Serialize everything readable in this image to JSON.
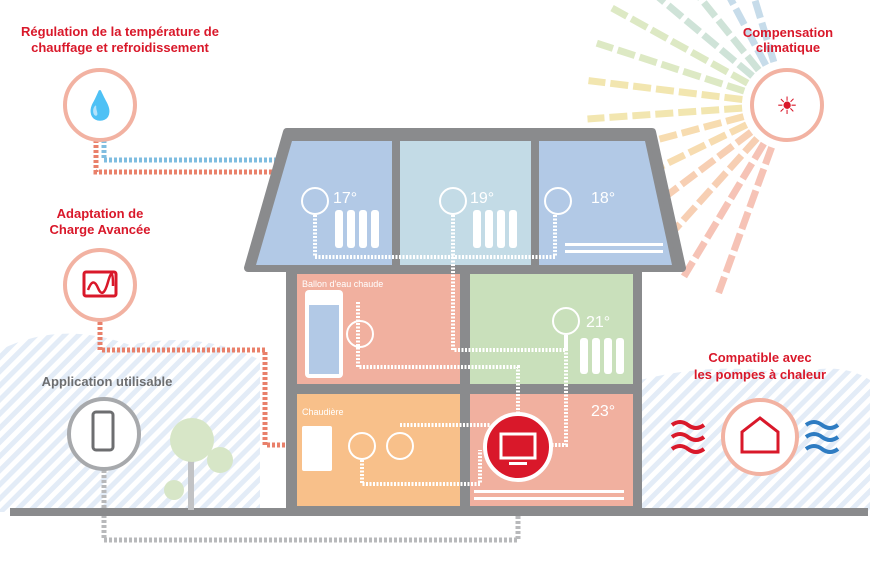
{
  "features": {
    "regulation": {
      "line1": "Régulation de la température de",
      "line2": "chauffage et refroidissement",
      "icon": "drop-snowflake-icon"
    },
    "load": {
      "line1": "Adaptation de",
      "line2": "Charge Avancée",
      "icon": "load-graph-icon"
    },
    "app": {
      "line1": "Application utilisable",
      "icon": "phone-touch-icon"
    },
    "climate": {
      "line1": "Compensation",
      "line2": "climatique",
      "icon": "sun-snowflake-icon"
    },
    "heatpump": {
      "line1": "Compatible avec",
      "line2": "les pompes à chaleur",
      "icon": "heat-pump-house-icon"
    }
  },
  "rooms": {
    "attic_left": {
      "temp": "17°"
    },
    "attic_mid": {
      "temp": "19°"
    },
    "attic_right": {
      "temp": "18°"
    },
    "water_tank": {
      "label": "Ballon d'eau chaude"
    },
    "green_room": {
      "temp": "21°"
    },
    "boiler": {
      "label": "Chaudière"
    },
    "main_room": {
      "temp": "23°"
    }
  },
  "colors": {
    "accent": "#d9182a",
    "pipe_hot": "#e9806a",
    "pipe_cold": "#7fbde0",
    "wall": "#8a8b8d"
  }
}
